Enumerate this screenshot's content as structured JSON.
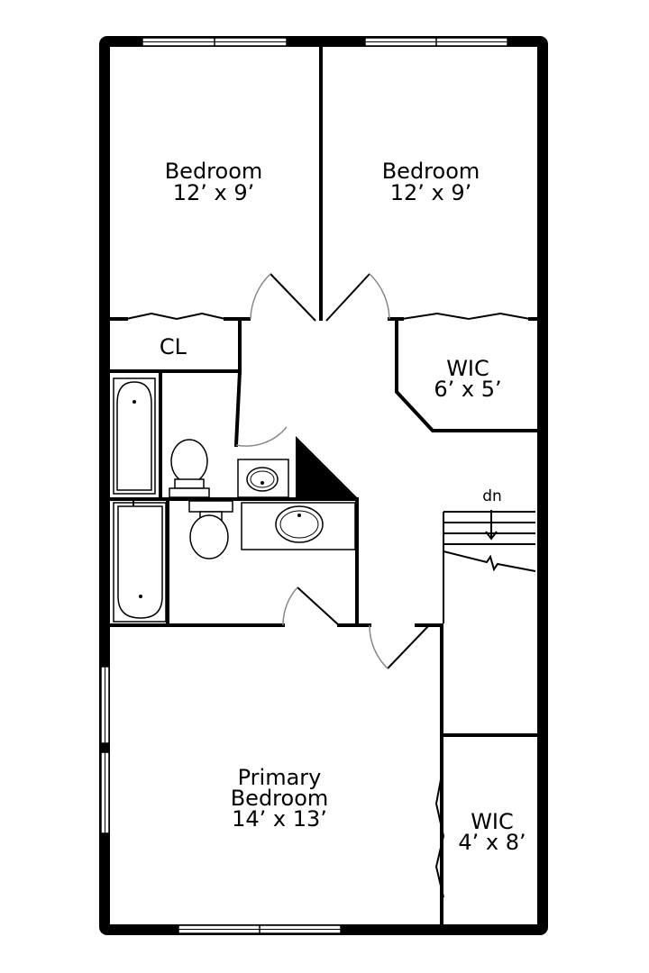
{
  "rooms": {
    "bedroom_left": {
      "name": "Bedroom",
      "size": "12’ x 9’"
    },
    "bedroom_right": {
      "name": "Bedroom",
      "size": "12’ x 9’"
    },
    "closet": {
      "name": "CL"
    },
    "wic_upper": {
      "name": "WIC",
      "size": "6’ x 5’"
    },
    "stair": {
      "label": "dn"
    },
    "primary_bedroom": {
      "name_line1": "Primary",
      "name_line2": "Bedroom",
      "size": "14’ x 13’"
    },
    "wic_lower": {
      "name": "WIC",
      "size": "4’ x 8’"
    }
  }
}
